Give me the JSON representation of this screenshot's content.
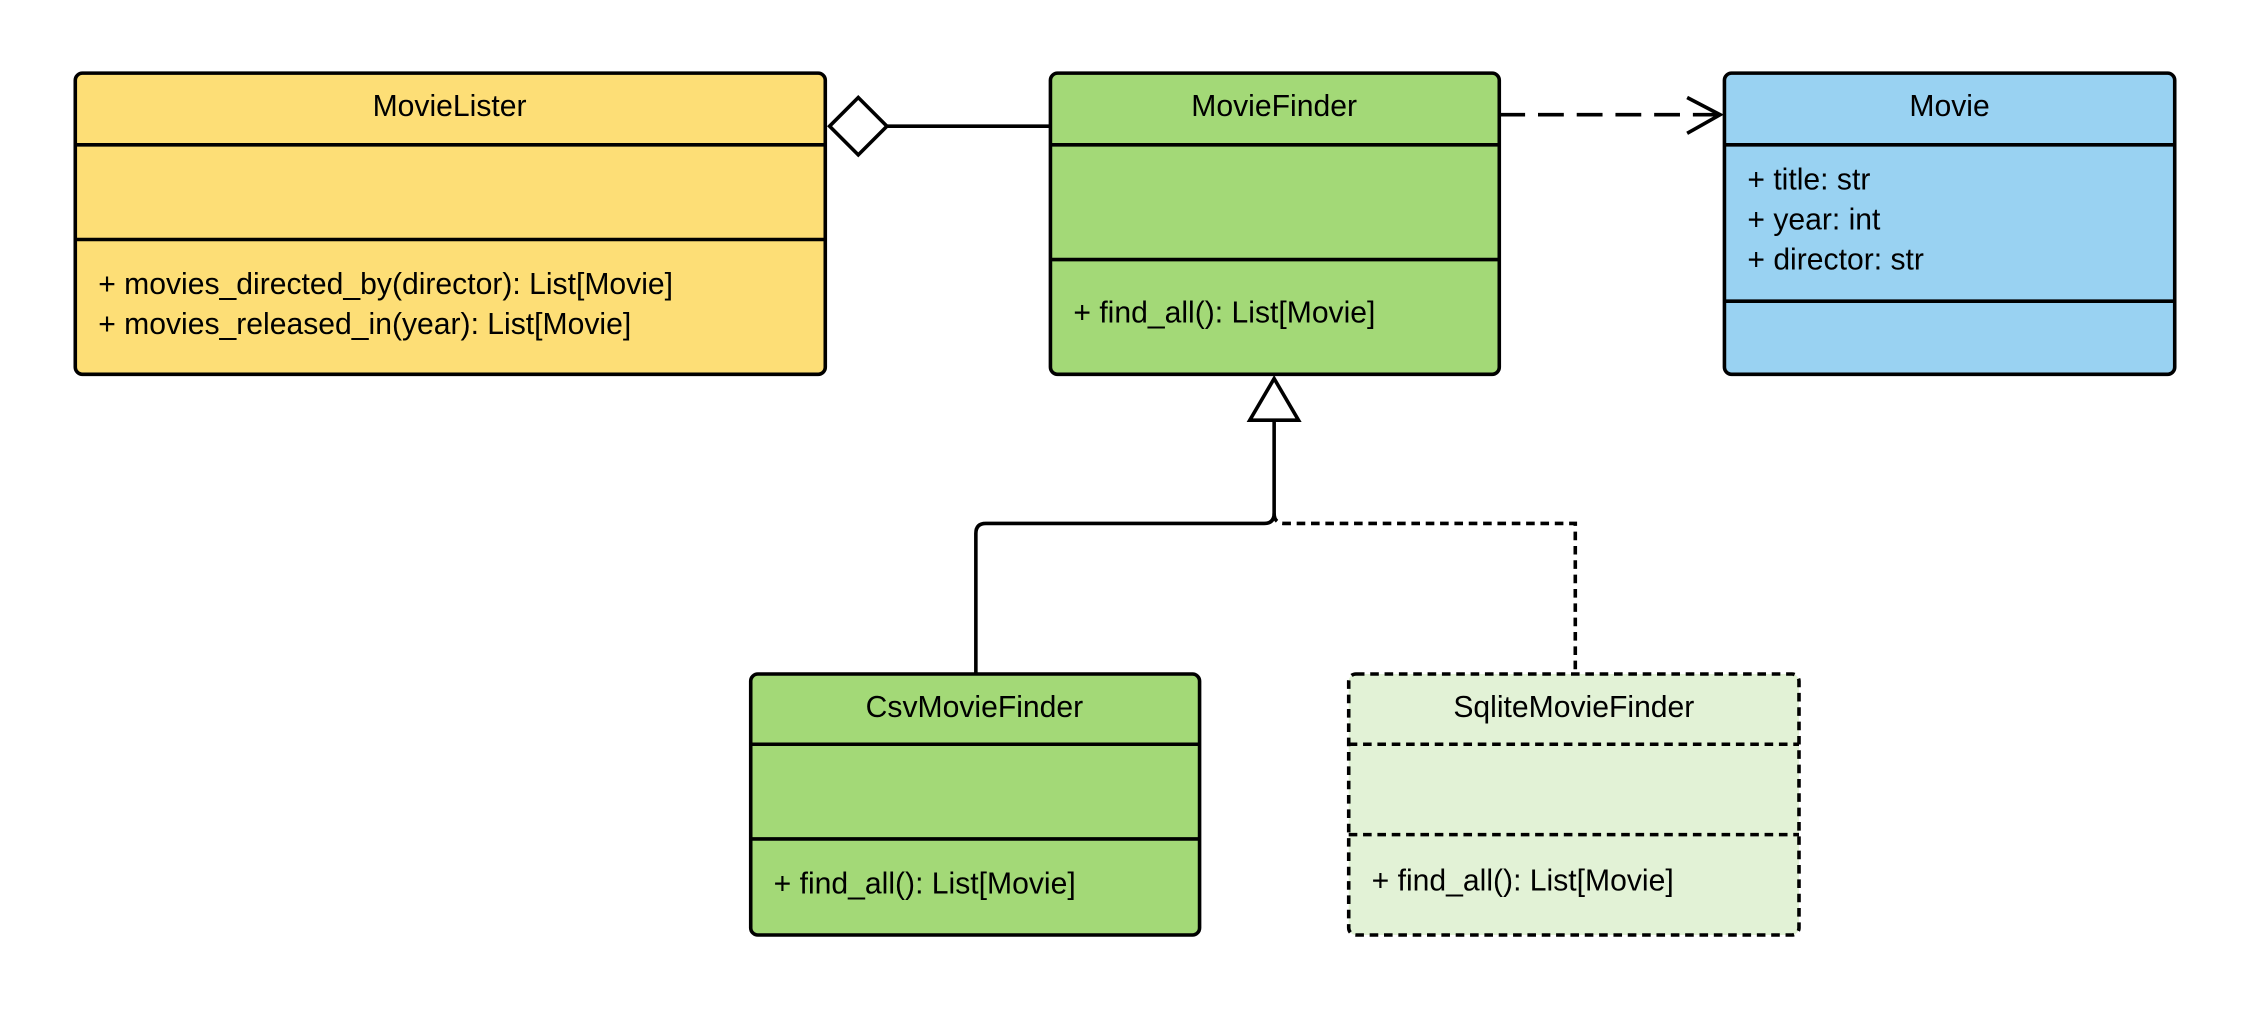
{
  "colors": {
    "movie_lister": "#FDDE76",
    "movie_finder": "#A3D977",
    "movie": "#99D2F2",
    "csv_movie_finder": "#A3D977",
    "sqlite_movie_finder": "#E2F2D6",
    "stroke": "#000000"
  },
  "classes": {
    "movie_lister": {
      "name": "MovieLister",
      "attributes": [],
      "methods": [
        "+ movies_directed_by(director): List[Movie]",
        "+ movies_released_in(year): List[Movie]"
      ]
    },
    "movie_finder": {
      "name": "MovieFinder",
      "attributes": [],
      "methods": [
        "+ find_all(): List[Movie]"
      ]
    },
    "movie": {
      "name": "Movie",
      "attributes": [
        "+ title: str",
        "+ year: int",
        "+ director: str"
      ],
      "methods": []
    },
    "csv_movie_finder": {
      "name": "CsvMovieFinder",
      "attributes": [],
      "methods": [
        "+ find_all(): List[Movie]"
      ]
    },
    "sqlite_movie_finder": {
      "name": "SqliteMovieFinder",
      "attributes": [],
      "methods": [
        "+ find_all(): List[Movie]"
      ]
    }
  },
  "relations": [
    {
      "type": "aggregation",
      "from": "MovieLister",
      "to": "MovieFinder"
    },
    {
      "type": "dependency",
      "from": "MovieFinder",
      "to": "Movie"
    },
    {
      "type": "generalization",
      "from": "CsvMovieFinder",
      "to": "MovieFinder"
    },
    {
      "type": "realization",
      "from": "SqliteMovieFinder",
      "to": "MovieFinder"
    }
  ]
}
